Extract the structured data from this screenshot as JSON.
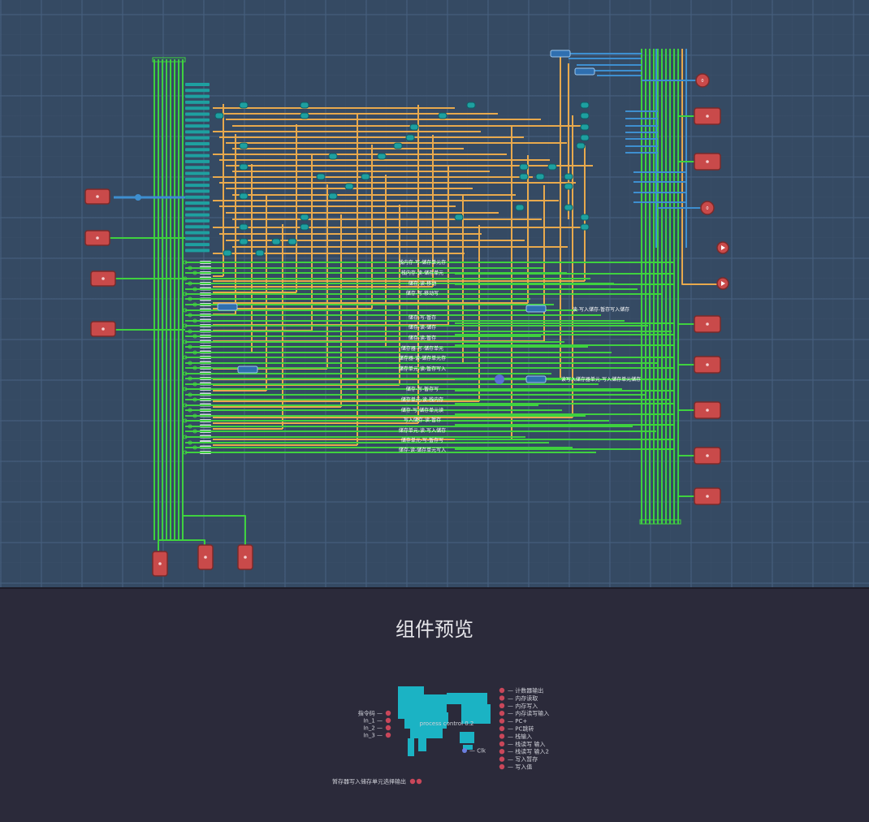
{
  "app": {
    "preview_panel_title": "组件预览"
  },
  "colors": {
    "canvas_bg": "#354a63",
    "grid": "#46607d",
    "wire_orange": "#e8a94d",
    "wire_green": "#3fd13f",
    "wire_blue": "#3e8fd0",
    "io_pin": "#c94a4a",
    "gate_teal": "#1ea0a0",
    "component_body": "#1bb3c4",
    "preview_bg": "#2b2a3a"
  },
  "canvas": {
    "wire_labels": {
      "row_a": "栈内存-写-储存单元存",
      "row_b": "栈内存-读-储存单元",
      "row_c": "储存-读-移动",
      "row_d": "储存-写-移动写",
      "row_e": "储存-写-暂存",
      "row_f": "储存-读-储存",
      "row_g": "储存-读-暂存",
      "row_h": "储存器-写-储存单元",
      "row_i": "储存器-读-储存单元存",
      "row_j": "储存单元-读-暂存写入",
      "row_k": "储存-写-暂存写",
      "row_l": "储存单元-读-栈内存",
      "row_m": "储存-写-储存单元读",
      "row_n": "写入储存-读-暂存",
      "row_o": "储存单元-读-写入储存",
      "row_p": "储存单元-写-暂存写",
      "row_q": "储存-读-储存单元写入",
      "mid_label_1": "读-写入储存-暂存写入储存",
      "mid_label_2": "读写入储存器单元-写入储存单元储存"
    },
    "input_pins": [
      "IN",
      "IN",
      "IN",
      "IN"
    ],
    "bottom_pins": [
      "IN",
      "IN",
      "IN"
    ],
    "output_values_right": [
      "0",
      "0"
    ],
    "output_pins": [
      "OUT",
      "OUT",
      "OUT",
      "OUT",
      "OUT",
      "OUT",
      "OUT",
      "OUT",
      "OUT"
    ]
  },
  "preview": {
    "component_name": "process control 0.2",
    "left_ports": [
      "指令码",
      "In_1",
      "In_2",
      "In_3"
    ],
    "right_ports": [
      "计数器输出",
      "内存读取",
      "内存写入",
      "内存读写输入",
      "PC+",
      "PC跳转",
      "栈输入",
      "栈读写 输入",
      "栈读写 输入2",
      "写入暂存",
      "写入值"
    ],
    "bottom_port": "暂存器写入储存单元选择输出",
    "center_port": "Clk"
  }
}
